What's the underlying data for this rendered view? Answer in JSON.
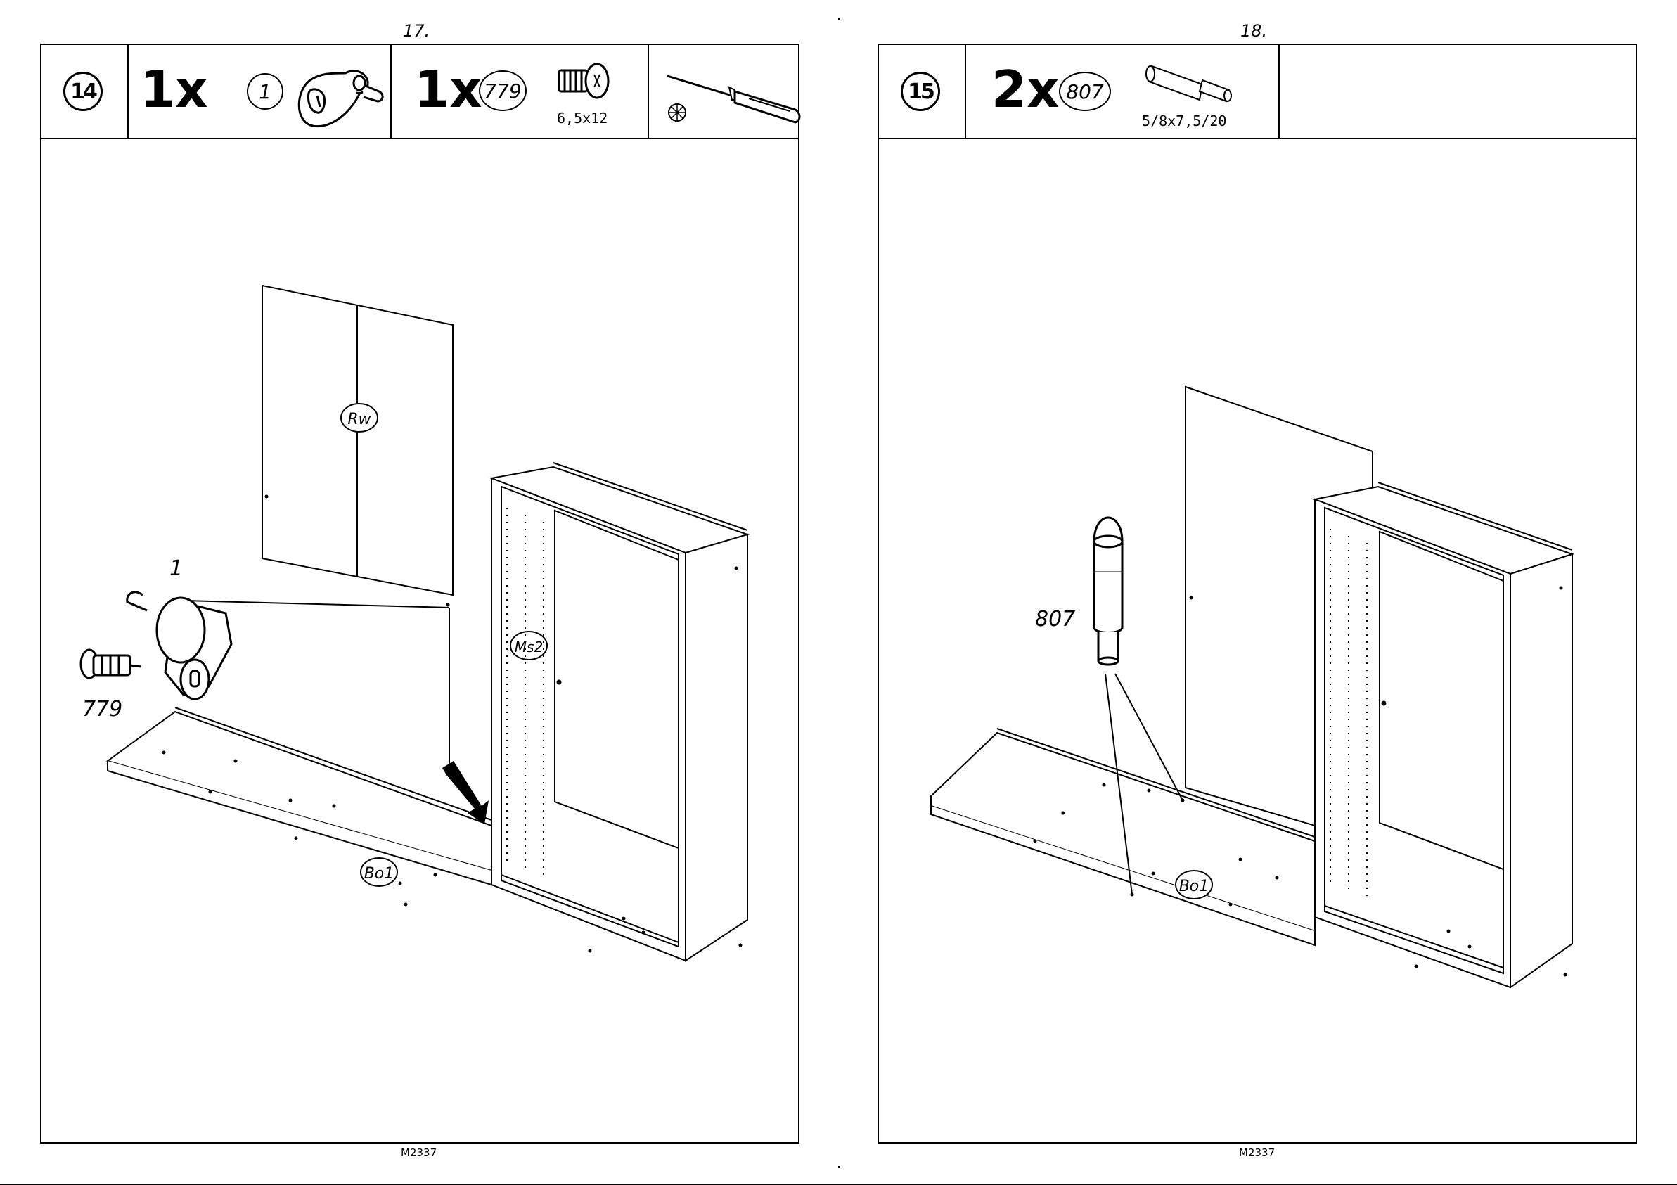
{
  "left_page": {
    "page_number": "17.",
    "step": "14",
    "items": [
      {
        "quantity": "1x",
        "part": "1"
      },
      {
        "quantity": "1x",
        "part": "779",
        "dimension": "6,5x12"
      }
    ],
    "tool_icon": "screwdriver-icon",
    "labels": {
      "back_panel": "Rw",
      "side_panel": "Ms2",
      "bottom_panel": "Bo1",
      "part_1": "1",
      "part_779": "779"
    },
    "code": "M2337"
  },
  "right_page": {
    "page_number": "18.",
    "step": "15",
    "items": [
      {
        "quantity": "2x",
        "part": "807",
        "dimension": "5/8x7,5/20"
      }
    ],
    "labels": {
      "bottom_panel": "Bo1",
      "part_807": "807"
    },
    "code": "M2337"
  }
}
